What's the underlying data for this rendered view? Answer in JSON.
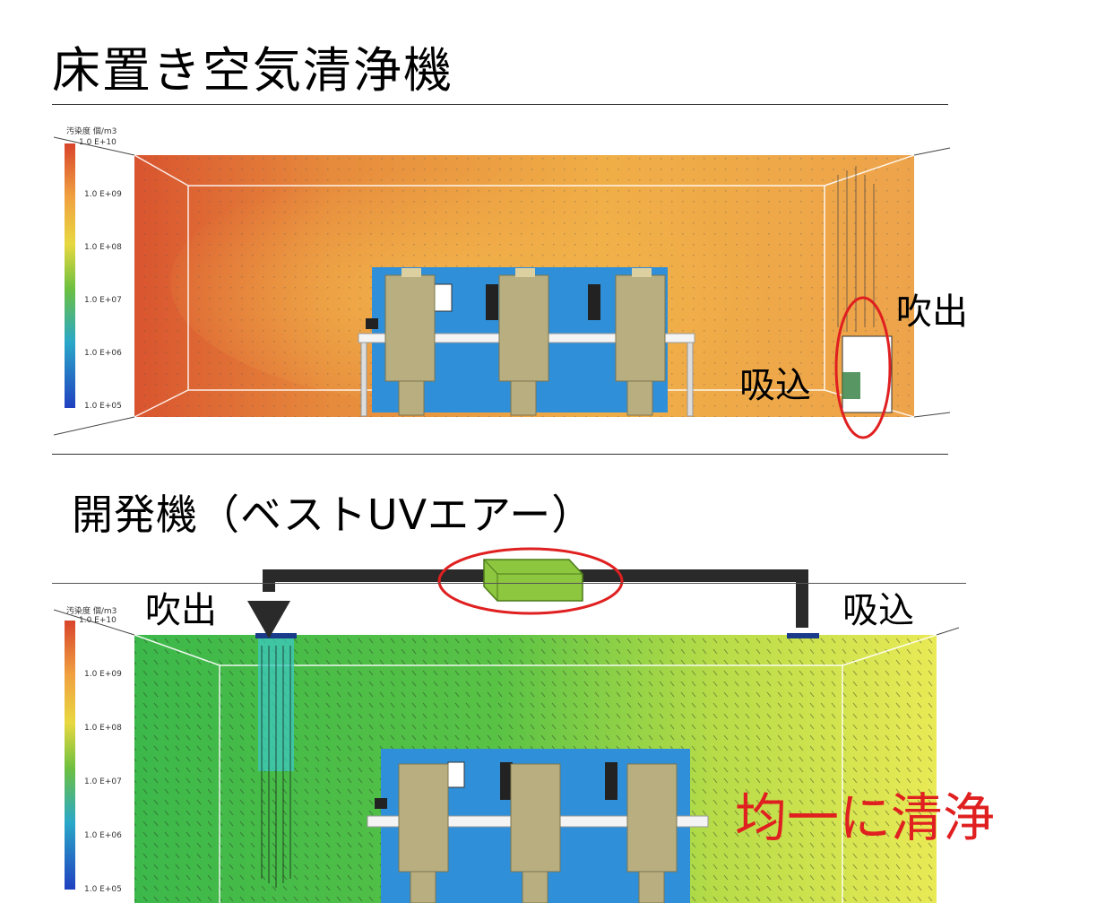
{
  "sections": [
    {
      "title": "床置き空気清浄機",
      "legend": {
        "title": "汚染度 個/m3",
        "ticks": [
          "1.0 E+10",
          "1.0 E+09",
          "1.0 E+08",
          "1.0 E+07",
          "1.0 E+06",
          "1.0 E+05"
        ]
      },
      "labels": {
        "outlet": "吹出",
        "inlet": "吸込"
      },
      "field_colors": [
        "#d9542f",
        "#e4843a",
        "#f0ae47"
      ]
    },
    {
      "title": "開発機（ベストUVエアー）",
      "legend": {
        "title": "汚染度 個/m3",
        "ticks": [
          "1.0 E+10",
          "1.0 E+09",
          "1.0 E+08",
          "1.0 E+07",
          "1.0 E+06",
          "1.0 E+05"
        ]
      },
      "labels": {
        "outlet": "吹出",
        "inlet": "吸込",
        "result": "均一に清浄"
      },
      "field_colors": [
        "#3cb84a",
        "#8fcf3c",
        "#e9ea55"
      ]
    }
  ],
  "colors": {
    "highlight": "#e02020",
    "duct": "#2a2a2a",
    "unit": "#8dc63f",
    "desk": "#2f8fd8",
    "person": "#b8ae80"
  }
}
